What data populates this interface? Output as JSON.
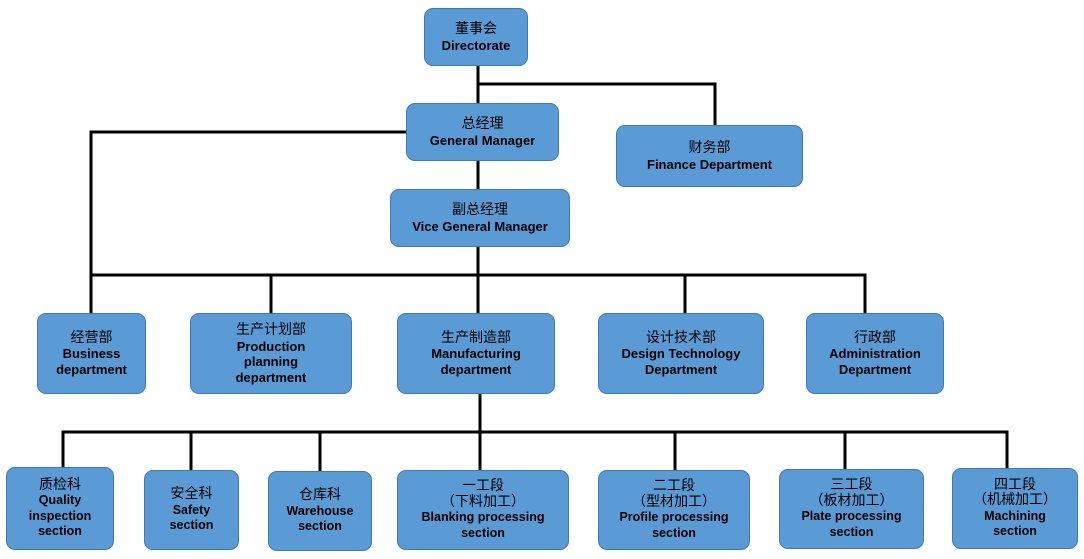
{
  "colors": {
    "box_fill": "#5b9bd5",
    "box_border": "#3f78b7",
    "line": "#000000",
    "text": "#000000"
  },
  "nodes": {
    "directorate": {
      "zh": [
        "董事会"
      ],
      "en": [
        "Directorate"
      ]
    },
    "general_manager": {
      "zh": [
        "总经理"
      ],
      "en": [
        "General Manager"
      ]
    },
    "finance_department": {
      "zh": [
        "财务部"
      ],
      "en": [
        "Finance Department"
      ]
    },
    "vice_general_manager": {
      "zh": [
        "副总经理"
      ],
      "en": [
        "Vice General Manager"
      ]
    },
    "business_department": {
      "zh": [
        "经营部"
      ],
      "en": [
        "Business",
        "department"
      ]
    },
    "production_planning_department": {
      "zh": [
        "生产计划部"
      ],
      "en": [
        "Production",
        "planning",
        "department"
      ]
    },
    "manufacturing_department": {
      "zh": [
        "生产制造部"
      ],
      "en": [
        "Manufacturing",
        "department"
      ]
    },
    "design_technology_department": {
      "zh": [
        "设计技术部"
      ],
      "en": [
        "Design Technology",
        "Department"
      ]
    },
    "administration_department": {
      "zh": [
        "行政部"
      ],
      "en": [
        "Administration",
        "Department"
      ]
    },
    "quality_inspection_section": {
      "zh": [
        "质检科"
      ],
      "en": [
        "Quality",
        "inspection",
        "section"
      ]
    },
    "safety_section": {
      "zh": [
        "安全科"
      ],
      "en": [
        "Safety",
        "section"
      ]
    },
    "warehouse_section": {
      "zh": [
        "仓库科"
      ],
      "en": [
        "Warehouse",
        "section"
      ]
    },
    "blanking_processing_section": {
      "zh": [
        "一工段",
        "（下料加工）"
      ],
      "en": [
        "Blanking processing",
        "section"
      ]
    },
    "profile_processing_section": {
      "zh": [
        "二工段",
        "（型材加工）"
      ],
      "en": [
        "Profile processing",
        "section"
      ]
    },
    "plate_processing_section": {
      "zh": [
        "三工段",
        "（板材加工）"
      ],
      "en": [
        "Plate processing",
        "section"
      ]
    },
    "machining_section": {
      "zh": [
        "四工段",
        "（机械加工）"
      ],
      "en": [
        "Machining",
        "section"
      ]
    }
  }
}
